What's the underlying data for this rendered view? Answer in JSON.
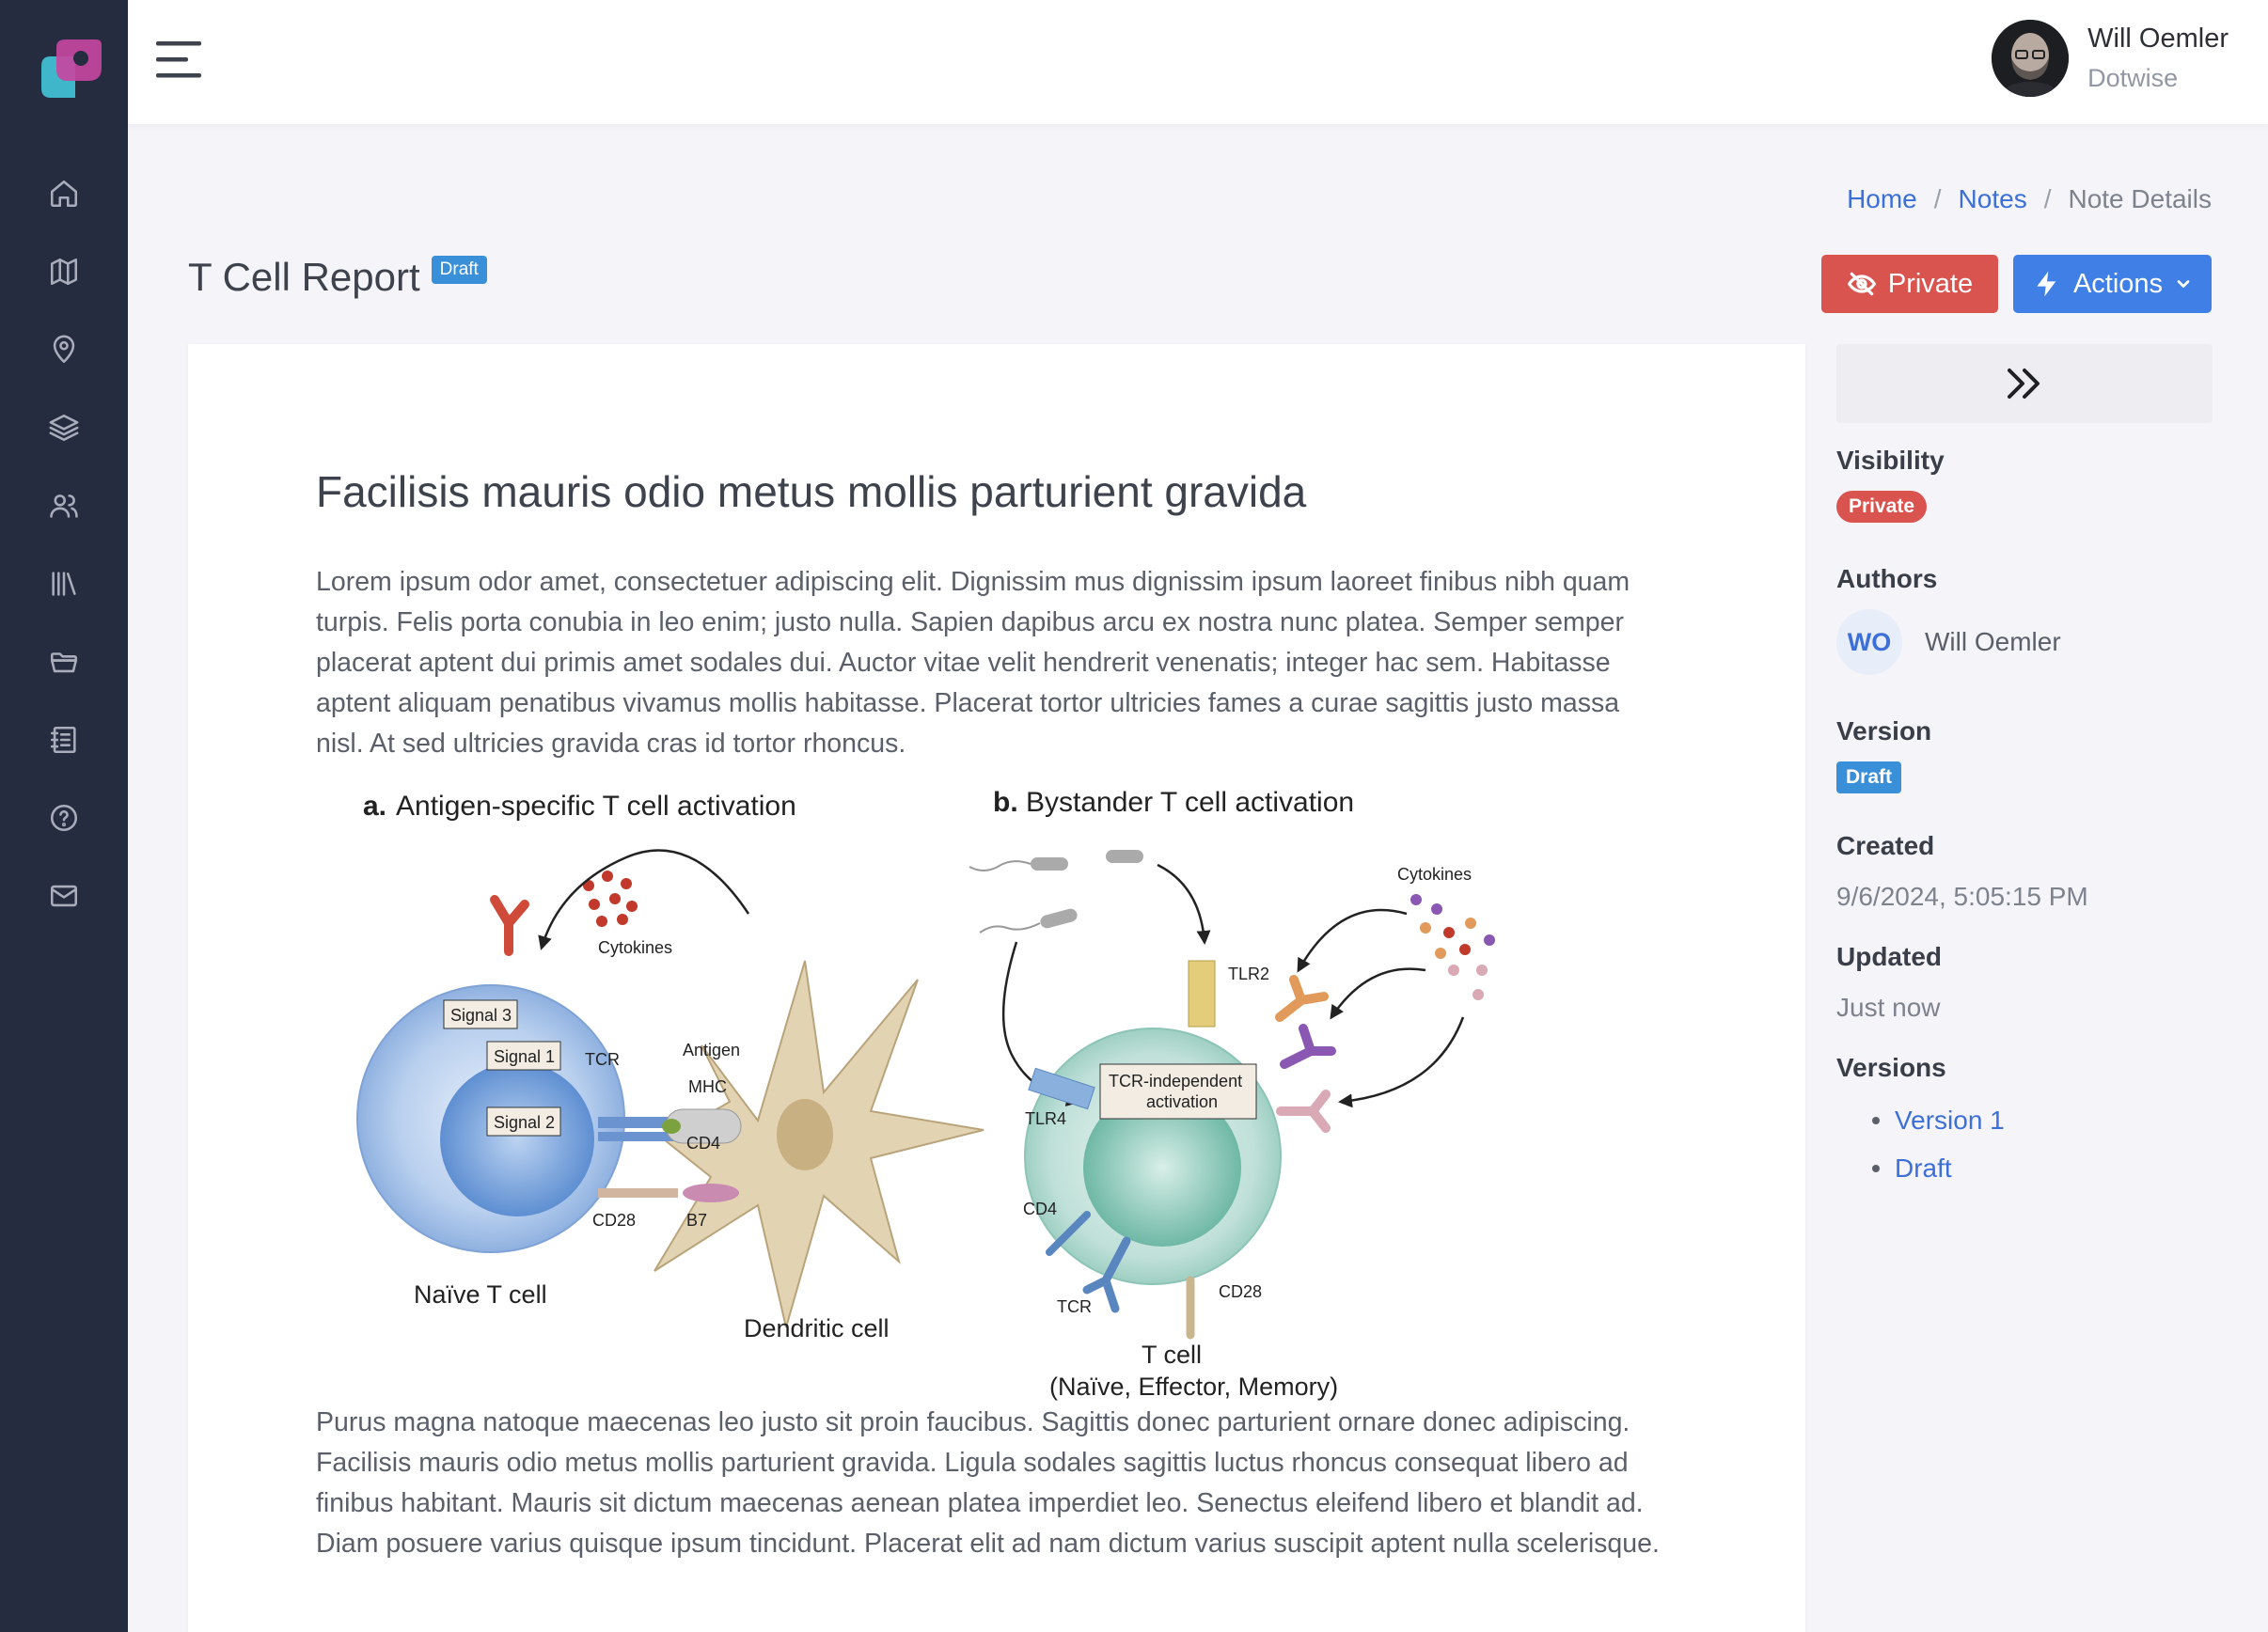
{
  "user": {
    "name": "Will Oemler",
    "org": "Dotwise"
  },
  "nav": [
    "home-icon",
    "map-icon",
    "location-pin-icon",
    "layers-icon",
    "users-icon",
    "library-icon",
    "folder-icon",
    "notebook-icon",
    "help-icon",
    "mail-icon"
  ],
  "breadcrumb": {
    "home": "Home",
    "notes": "Notes",
    "current": "Note Details",
    "sep": "/"
  },
  "page": {
    "title": "T Cell Report",
    "status_badge": "Draft"
  },
  "buttons": {
    "private": "Private",
    "actions": "Actions"
  },
  "content": {
    "heading": "Facilisis mauris odio metus mollis parturient gravida",
    "para1": "Lorem ipsum odor amet, consectetuer adipiscing elit. Dignissim mus dignissim ipsum laoreet finibus nibh quam turpis. Felis porta conubia in leo enim; justo nulla. Sapien dapibus arcu ex nostra nunc platea. Semper semper placerat aptent dui primis amet sodales dui. Auctor vitae velit hendrerit venenatis; integer hac sem. Habitasse aptent aliquam penatibus vivamus mollis habitasse. Placerat tortor ultricies fames a curae sagittis justo massa nisl. At sed ultricies gravida cras id tortor rhoncus.",
    "para2": "Purus magna natoque maecenas leo justo sit proin faucibus. Sagittis donec parturient ornare donec adipiscing. Facilisis mauris odio metus mollis parturient gravida. Ligula sodales sagittis luctus rhoncus consequat libero ad finibus habitant. Mauris sit dictum maecenas aenean platea imperdiet leo. Senectus eleifend libero et blandit ad. Diam posuere varius quisque ipsum tincidunt. Placerat elit ad nam dictum varius suscipit aptent nulla scelerisque."
  },
  "figure": {
    "panel_a": {
      "letter": "a.",
      "title": "Antigen-specific T cell activation"
    },
    "panel_b": {
      "letter": "b.",
      "title": "Bystander T cell activation"
    },
    "labels": {
      "cytokines": "Cytokines",
      "signal3": "Signal 3",
      "signal1": "Signal 1",
      "signal2": "Signal 2",
      "tcr": "TCR",
      "antigen": "Antigen",
      "mhc": "MHC",
      "cd4": "CD4",
      "cd28": "CD28",
      "b7": "B7",
      "naive": "Naïve T cell",
      "dendritic": "Dendritic cell",
      "tlr2": "TLR2",
      "tlr4": "TLR4",
      "tcr_indep_1": "TCR-independent",
      "tcr_indep_2": "activation",
      "tcell": "T cell",
      "tcell_types": "(Naïve, Effector, Memory)"
    }
  },
  "panel": {
    "visibility_label": "Visibility",
    "visibility_value": "Private",
    "authors_label": "Authors",
    "author_initials": "WO",
    "author_name": "Will Oemler",
    "version_label": "Version",
    "version_value": "Draft",
    "created_label": "Created",
    "created_value": "9/6/2024, 5:05:15 PM",
    "updated_label": "Updated",
    "updated_value": "Just now",
    "versions_label": "Versions",
    "versions": [
      "Version 1",
      "Draft"
    ]
  },
  "colors": {
    "sidebar": "#262c3f",
    "link": "#3c6fd8",
    "danger": "#d9534f",
    "primary": "#3f7fe6",
    "badge": "#3a8fd9"
  }
}
